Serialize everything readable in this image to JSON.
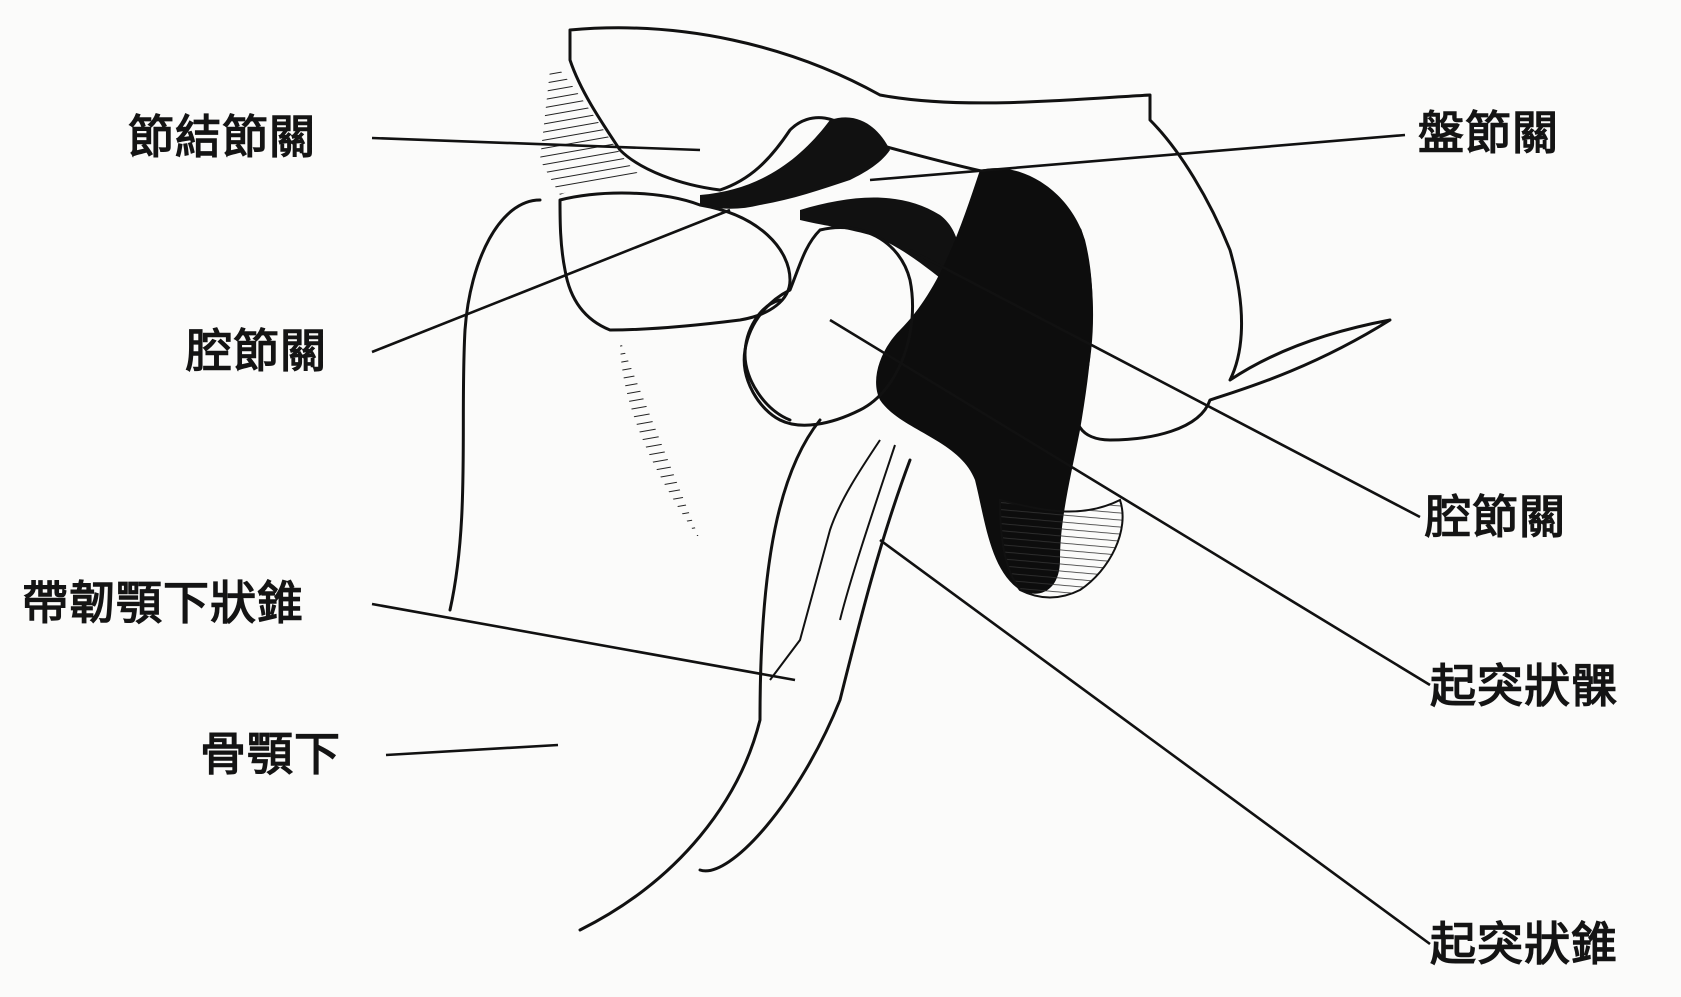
{
  "labels": {
    "left": [
      "節結節關",
      "腔節關",
      "帶韌顎下狀錐",
      "骨顎下"
    ],
    "right": [
      "盤節關",
      "腔節關",
      "起突狀髁",
      "起突狀錐"
    ]
  },
  "colors": {
    "ink": "#111111",
    "paper": "#fbfbfa"
  }
}
